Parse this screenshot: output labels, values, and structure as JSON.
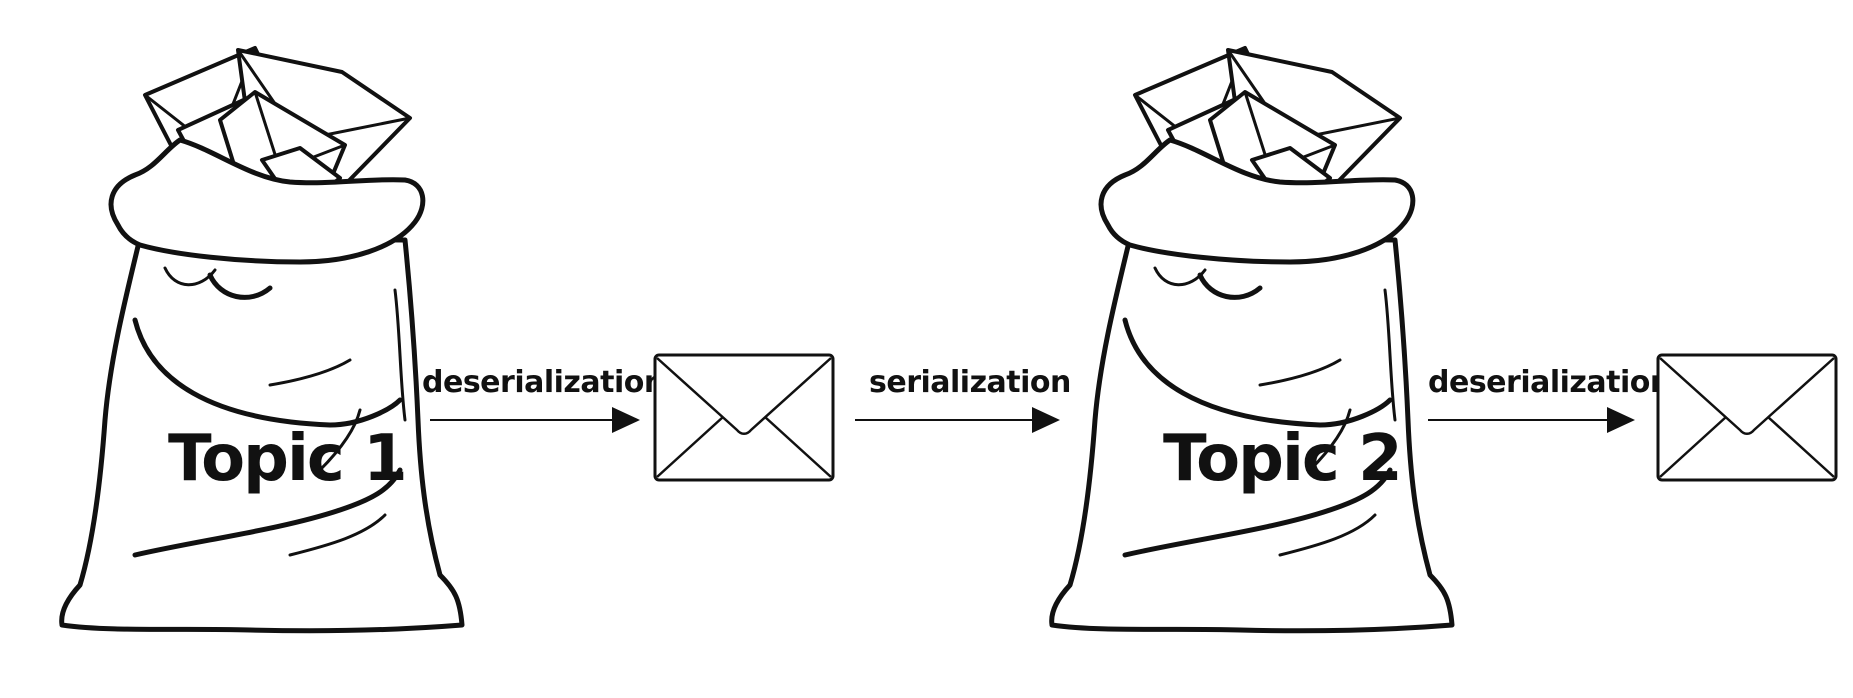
{
  "diagram": {
    "topics": [
      {
        "label": "Topic 1",
        "icon": "sack-of-letters"
      },
      {
        "label": "Topic 2",
        "icon": "sack-of-letters"
      }
    ],
    "arrows": [
      {
        "label": "deserialization"
      },
      {
        "label": "serialization"
      },
      {
        "label": "deserialization"
      }
    ],
    "messages": [
      {
        "icon": "envelope"
      },
      {
        "icon": "envelope"
      }
    ]
  }
}
